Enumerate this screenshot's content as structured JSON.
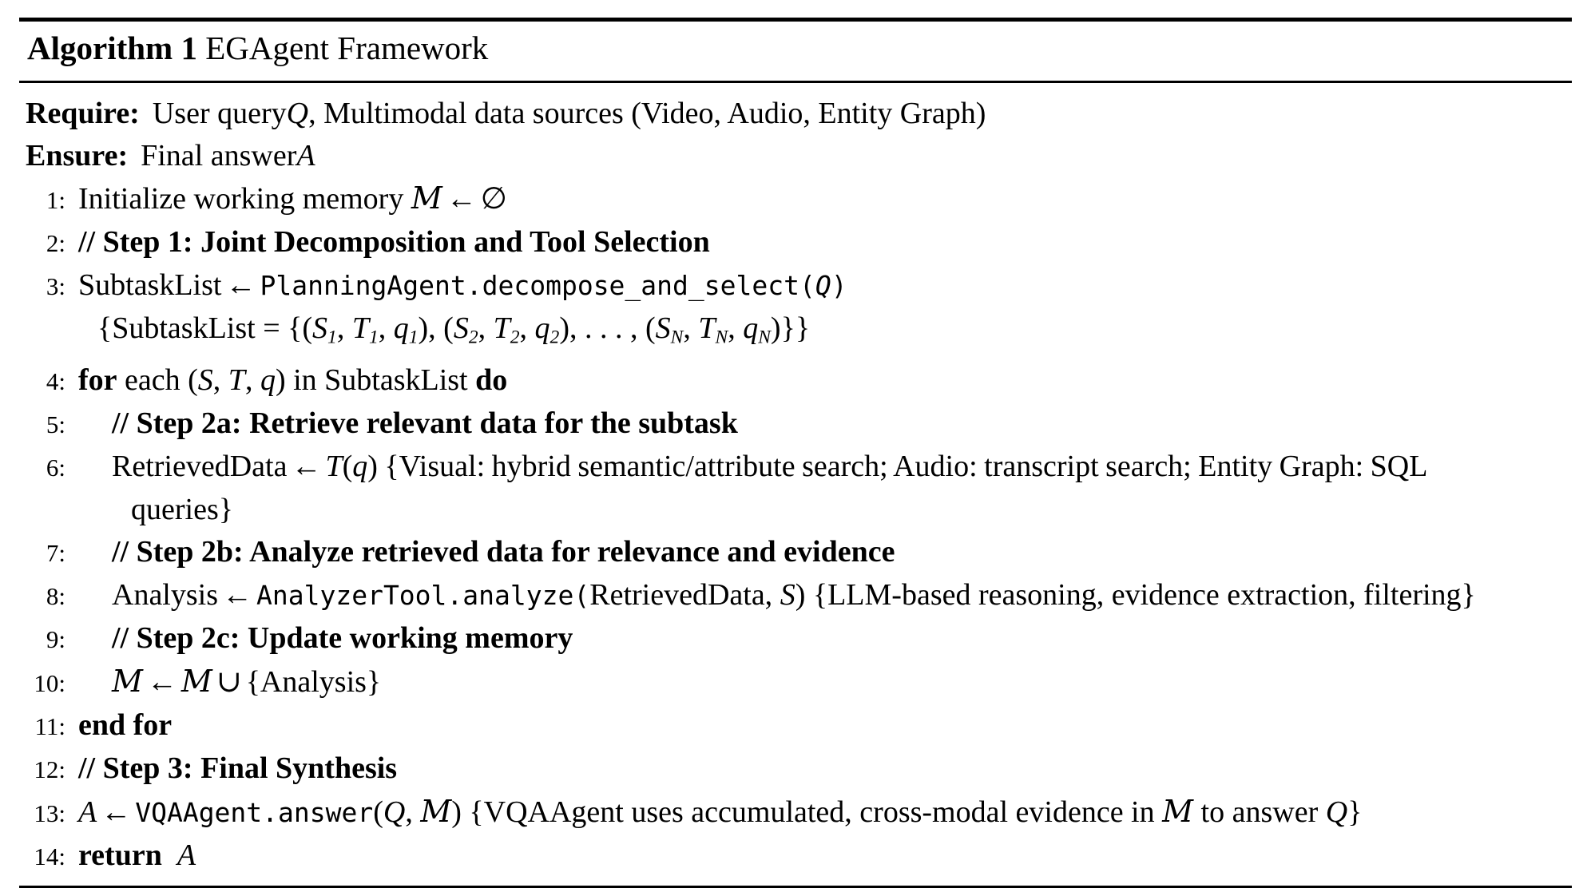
{
  "figure": {
    "label": "Algorithm 1",
    "title": "EGAgent Framework"
  },
  "preconditions": {
    "require_label": "Require:",
    "require_text_a": "User query ",
    "require_var": "Q",
    "require_text_b": ", Multimodal data sources (Video, Audio, Entity Graph)",
    "ensure_label": "Ensure:",
    "ensure_text": "Final answer ",
    "ensure_var": "A"
  },
  "steps": {
    "n1": "1:",
    "n2": "2:",
    "n3": "3:",
    "n4": "4:",
    "n5": "5:",
    "n6": "6:",
    "n7": "7:",
    "n8": "8:",
    "n9": "9:",
    "n10": "10:",
    "n11": "11:",
    "n12": "12:",
    "n13": "13:",
    "n14": "14:"
  },
  "line1": {
    "text": "Initialize working memory ",
    "memory_var": "M",
    "arrow": "←",
    "empty_set": "∅"
  },
  "line2": {
    "comment_mark": "//",
    "text": "Step 1: Joint Decomposition and Tool Selection"
  },
  "line3": {
    "lhs": "SubtaskList",
    "arrow": "←",
    "call": "PlanningAgent.decompose_and_select(",
    "arg": "Q",
    "call_close": ")",
    "cont_open": "{SubtaskList = {(",
    "s1": "S",
    "s1sub": "1",
    "t1": "T",
    "t1sub": "1",
    "q1": "q",
    "q1sub": "1",
    "mid1": "), (",
    "s2": "S",
    "s2sub": "2",
    "t2": "T",
    "t2sub": "2",
    "q2": "q",
    "q2sub": "2",
    "mid2": "), . . . , (",
    "sN": "S",
    "sNsub": "N",
    "tN": "T",
    "tNsub": "N",
    "qN": "q",
    "qNsub": "N",
    "cont_close": ")}}"
  },
  "line4": {
    "for_kw": "for",
    "each": " each ",
    "tuple_open": "(",
    "s": "S",
    "c1": ", ",
    "t": "T",
    "c2": ", ",
    "q": "q",
    "tuple_close": ")",
    "in_text": " in SubtaskList ",
    "do_kw": "do"
  },
  "line5": {
    "comment_mark": "//",
    "text": "Step 2a: Retrieve relevant data for the subtask"
  },
  "line6": {
    "lhs": "RetrievedData",
    "arrow": "←",
    "tool": "T",
    "arg_open": "(",
    "arg": "q",
    "arg_close": ")",
    "note": "{Visual: hybrid semantic/attribute search; Audio: transcript search; Entity Graph: SQL",
    "note_cont": "queries}"
  },
  "line7": {
    "comment_mark": "//",
    "text": "Step 2b: Analyze retrieved data for relevance and evidence"
  },
  "line8": {
    "lhs": "Analysis",
    "arrow": "←",
    "call": "AnalyzerTool.analyze(",
    "arg1": "RetrievedData, ",
    "arg2": "S",
    "call_close": ")",
    "note": "{LLM-based reasoning, evidence extraction, filtering}"
  },
  "line9": {
    "comment_mark": "//",
    "text": "Step 2c: Update working memory"
  },
  "line10": {
    "memory_var": "M",
    "arrow": "←",
    "memory_var2": "M",
    "union": "∪",
    "set_text": "{Analysis}"
  },
  "line11": {
    "text": "end for"
  },
  "line12": {
    "comment_mark": "//",
    "text": "Step 3: Final Synthesis"
  },
  "line13": {
    "lhs": "A",
    "arrow": "←",
    "call": "VQAAgent.answer",
    "arg_open": "(",
    "arg1": "Q",
    "comma": ", ",
    "arg2": "M",
    "arg_close": ")",
    "note_a": "{VQAAgent uses accumulated, cross-modal evidence in ",
    "note_var": "M",
    "note_b": " to answer ",
    "note_var2": "Q",
    "note_close": "}"
  },
  "line14": {
    "return_kw": "return",
    "value": "A"
  },
  "colors": {
    "ink": "#000000",
    "page": "#ffffff"
  }
}
